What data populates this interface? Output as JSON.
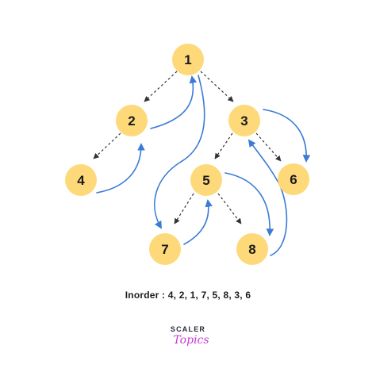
{
  "nodes": [
    {
      "id": "n1",
      "label": "1"
    },
    {
      "id": "n2",
      "label": "2"
    },
    {
      "id": "n3",
      "label": "3"
    },
    {
      "id": "n4",
      "label": "4"
    },
    {
      "id": "n5",
      "label": "5"
    },
    {
      "id": "n6",
      "label": "6"
    },
    {
      "id": "n7",
      "label": "7"
    },
    {
      "id": "n8",
      "label": "8"
    }
  ],
  "tree_edges": [
    {
      "from": "1",
      "to": "2"
    },
    {
      "from": "1",
      "to": "3"
    },
    {
      "from": "2",
      "to": "4"
    },
    {
      "from": "3",
      "to": "5"
    },
    {
      "from": "3",
      "to": "6"
    },
    {
      "from": "5",
      "to": "7"
    },
    {
      "from": "5",
      "to": "8"
    }
  ],
  "traversal_order": [
    "4",
    "2",
    "1",
    "7",
    "5",
    "8",
    "3",
    "6"
  ],
  "caption": "Inorder : 4, 2, 1, 7, 5, 8, 3, 6",
  "logo": {
    "top": "SCALER",
    "bottom": "Topics"
  },
  "colors": {
    "node_fill": "#FDD97A",
    "tree_edge": "#333333",
    "traversal_arrow": "#3A7BD5",
    "logo_accent": "#C53BD8"
  }
}
